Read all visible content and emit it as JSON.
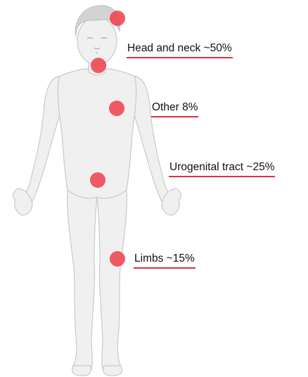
{
  "labels": {
    "head_neck": "Head and neck ~50%",
    "other": "Other 8%",
    "urogenital": "Urogenital tract ~25%",
    "limbs": "Limbs ~15%"
  },
  "colors": {
    "marker": "#ef3e4a",
    "underline": "#e0303c",
    "skin": "#f0f0f0",
    "outline": "#c9c9c9",
    "hair": "#d3d3d3"
  }
}
